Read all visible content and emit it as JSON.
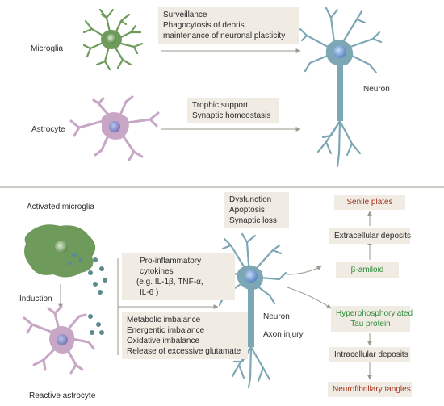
{
  "top": {
    "microglia_label": "Microglia",
    "microglia_functions": [
      "Surveillance",
      "Phagocytosis of debris",
      "maintenance of neuronal plasticity"
    ],
    "astrocyte_label": "Astrocyte",
    "astrocyte_functions": [
      "Trophic support",
      "Synaptic homeostasis"
    ],
    "neuron_label": "Neuron"
  },
  "bottom": {
    "activated_microglia_label": "Activated microglia",
    "induction_label": "Induction",
    "reactive_astrocyte_label": "Reactive astrocyte",
    "cytokines_lines": [
      "Pro-inflammatory",
      "cytokines",
      "(e.g. IL-1β, TNF-α,",
      "IL-6 )"
    ],
    "imbalance_lines": [
      "Metabolic imbalance",
      "Energentic imbalance",
      "Oxidative imbalance",
      "Release of excessive glutamate"
    ],
    "neuron_outcomes": [
      "Dysfunction",
      "Apoptosis",
      "Synaptic loss"
    ],
    "neuron_label": "Neuron",
    "axon_injury_label": "Axon injury",
    "senile_plates": "Senile plates",
    "extracellular_deposits": "Extracellular deposits",
    "beta_amyloid": "β-amiloid",
    "hyperphosphorylated_tau": [
      "Hyperphosphorylated",
      "Tau protein"
    ],
    "intracellular_deposits": "Intracellular deposits",
    "neurofibrillary_tangles": "Neurofibrillary tangles"
  },
  "colors": {
    "box_bg": "#f0ebe3",
    "microglia_fill": "#6e9a5c",
    "astrocyte_fill": "#c7a6c6",
    "neuron_fill": "#7ea7b6",
    "arrow": "#9a9a8e",
    "red_text": "#a3321d",
    "green_text": "#2e8a3a"
  }
}
